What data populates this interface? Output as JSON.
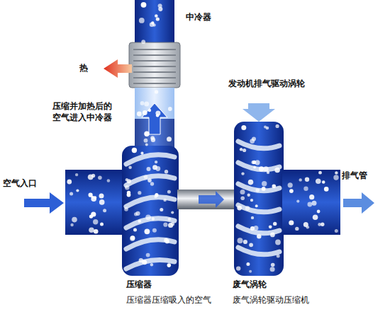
{
  "diagram": {
    "labels": [
      "中冷器",
      "热",
      "发动机排气驱动涡轮",
      "压缩并加热后的 空气进入中冷器",
      "空气入口",
      "排气管",
      "压缩器",
      "压缩器压缩吸入的空气",
      "废气涡轮",
      "废气涡轮驱动压缩机"
    ]
  }
}
